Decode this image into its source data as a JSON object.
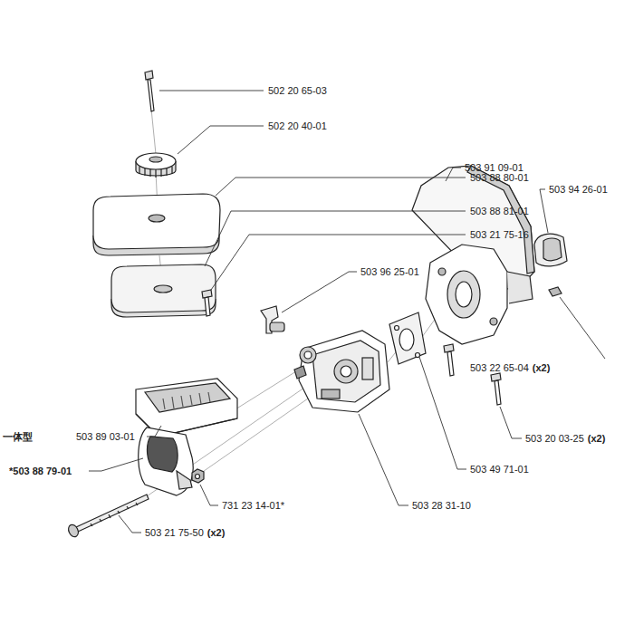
{
  "diagram": {
    "labels": [
      "502 20 65-03",
      "502 20 40-01",
      "503 88 80-01",
      "503 88 81-01",
      "503 21 75-16",
      "503 91 09-01",
      "503 94 26-01",
      "503 96 25-01",
      "503 22 65-04",
      "(x2)",
      "503 20 03-25",
      "(x2)",
      "一体型",
      "503 89 03-01",
      "*503 88 79-01",
      "731 23 14-01*",
      "503 28 31-10",
      "503 49 71-01",
      "503 21 75-50",
      "(x2)"
    ]
  }
}
